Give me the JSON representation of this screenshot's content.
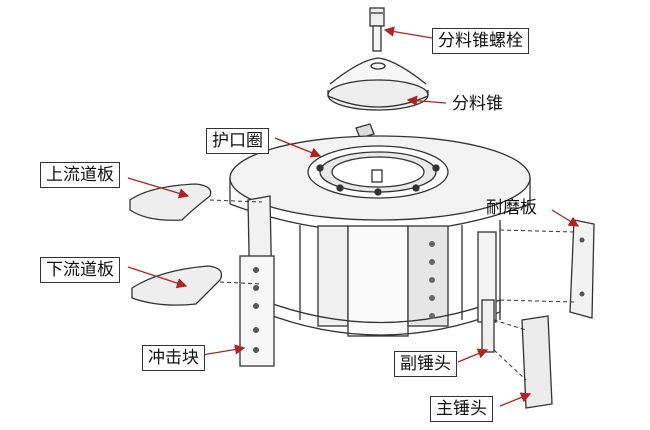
{
  "labels": {
    "cone_bolt": "分料锥螺栓",
    "cone": "分料锥",
    "mouth_ring": "护口圈",
    "upper_runner": "上流道板",
    "lower_runner": "下流道板",
    "wear_plate": "耐磨板",
    "impact_block": "冲击块",
    "sub_hammer": "副锤头",
    "main_hammer": "主锤头"
  },
  "colors": {
    "line": "#333333",
    "leader": "#b22222",
    "arrow": "#b22222"
  }
}
